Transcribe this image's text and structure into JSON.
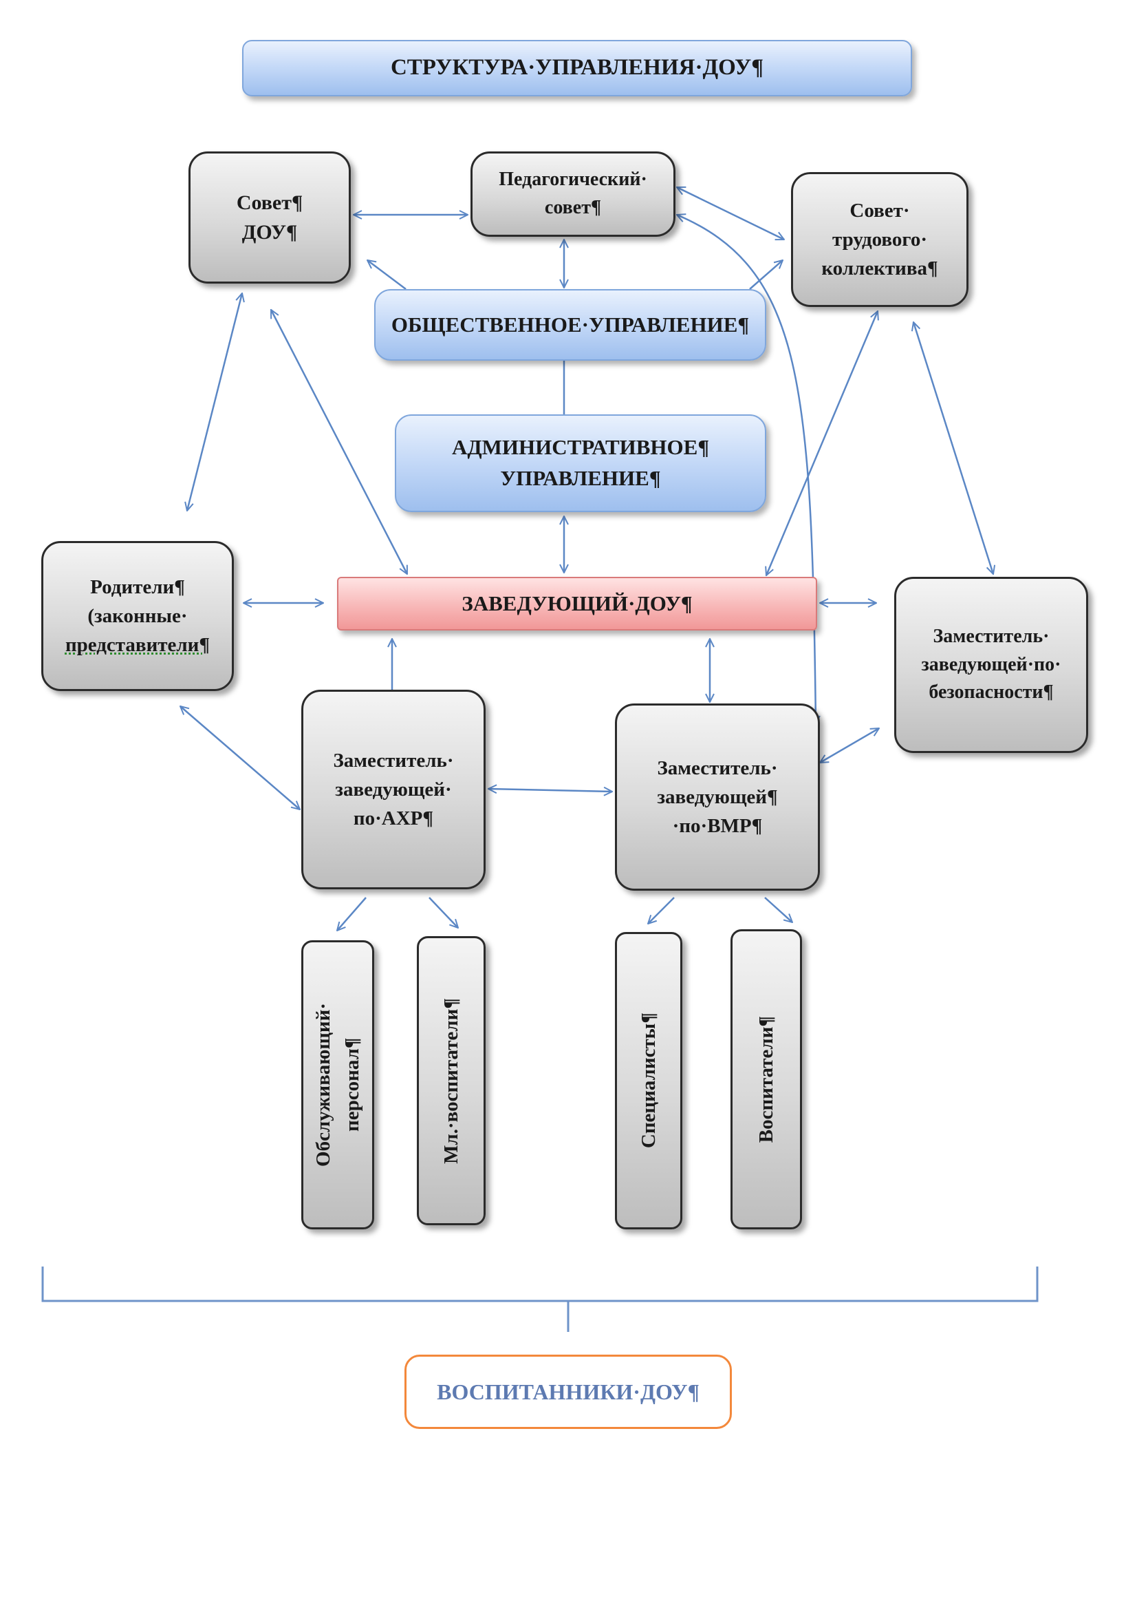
{
  "title": "СТРУКТУРА·УПРАВЛЕНИЯ·ДОУ¶",
  "nodes": {
    "sovet_dou": [
      "Совет¶",
      "ДОУ¶"
    ],
    "ped_sovet": [
      "Педагогический·",
      "совет¶"
    ],
    "sovet_trud": [
      "Совет·",
      "трудового·",
      "коллектива¶"
    ],
    "obshch_upr": "ОБЩЕСТВЕННОЕ·УПРАВЛЕНИЕ¶",
    "admin_upr": [
      "АДМИНИСТРАТИВНОЕ¶",
      "УПРАВЛЕНИЕ¶"
    ],
    "zaveduyushchiy": "ЗАВЕДУЮЩИЙ·ДОУ¶",
    "roditeli": [
      "Родители¶",
      "(законные·",
      "представители¶"
    ],
    "zam_bez": [
      "Заместитель·",
      "заведующей·по·",
      "безопасности¶"
    ],
    "zam_ahr": [
      "Заместитель·",
      "заведующей·",
      "по·АХР¶"
    ],
    "zam_vmr": [
      "Заместитель·",
      "заведующей¶",
      "·по·ВМР¶"
    ],
    "obsl_personal": [
      "Обслуживающий·",
      "персонал¶"
    ],
    "ml_vospitateli": "Мл.·воспитатели¶",
    "specialisty": "Специалисты¶",
    "vospitateli": "Воспитатели¶",
    "vospitanniki": "ВОСПИТАННИКИ·ДОУ¶"
  },
  "colors": {
    "arrow": "#5b87c5",
    "brace": "#6e93c9",
    "blue_box": "#c3d8f7",
    "red_box": "#f7b4b4",
    "gray_box": "#d9d9d9",
    "orange_border": "#f3883b"
  }
}
